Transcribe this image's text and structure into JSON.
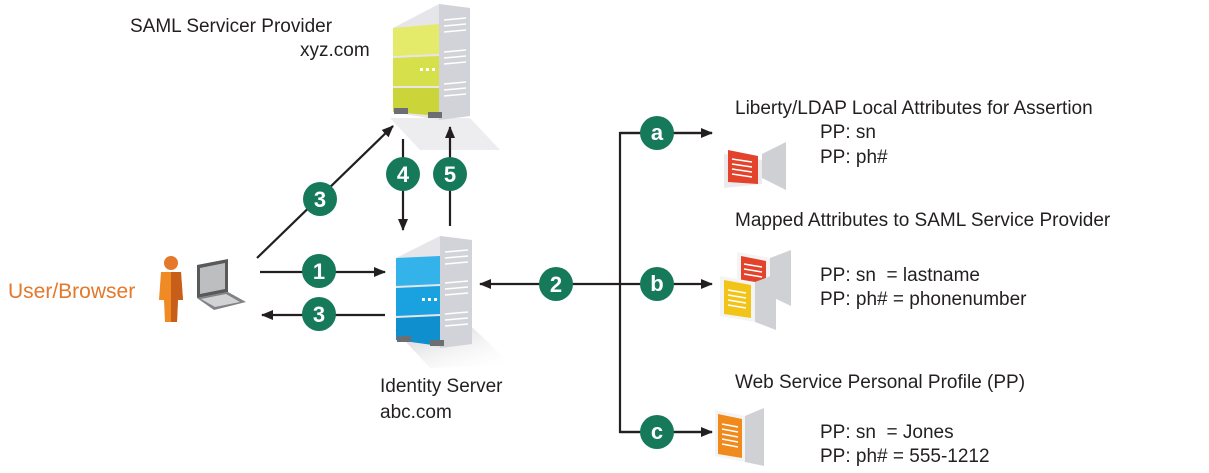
{
  "colors": {
    "badge": "#16795a",
    "user_label": "#e4782b",
    "sp_server": "#d6e04a",
    "identity_server": "#1aa2e0",
    "doc_red": "#e2432a",
    "doc_yellow": "#f2c418",
    "doc_orange": "#f08a1c"
  },
  "icons": [
    "server-icon",
    "person-icon",
    "laptop-icon",
    "document-window-icon"
  ],
  "nodes": {
    "sp": {
      "line1": "SAML Servicer Provider",
      "line2": "xyz.com"
    },
    "idp": {
      "line1": "Identity Server",
      "line2": "abc.com"
    },
    "user": {
      "label": "User/Browser"
    }
  },
  "steps": {
    "s1": "1",
    "s2": "2",
    "s3a": "3",
    "s3b": "3",
    "s4": "4",
    "s5": "5",
    "a": "a",
    "b": "b",
    "c": "c"
  },
  "groups": {
    "a": {
      "title": "Liberty/LDAP Local Attributes for Assertion",
      "line1": "PP: sn",
      "line2": "PP: ph#"
    },
    "b": {
      "title": "Mapped Attributes to SAML Service Provider",
      "line1": "PP: sn  = lastname",
      "line2": "PP: ph# = phonenumber"
    },
    "c": {
      "title": "Web Service Personal Profile (PP)",
      "line1": "PP: sn  = Jones",
      "line2": "PP: ph# = 555-1212"
    }
  }
}
